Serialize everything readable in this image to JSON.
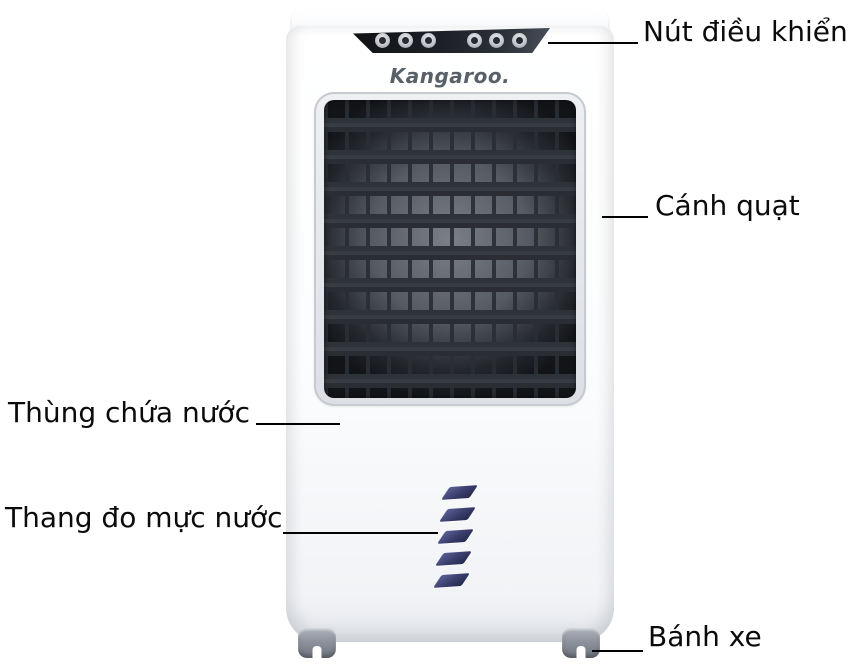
{
  "product": {
    "brand": "Kangaroo.",
    "control_panel": {
      "buttons": [
        {
          "icon": "power-icon"
        },
        {
          "icon": "swing-icon"
        },
        {
          "icon": "timer-icon"
        },
        {
          "icon": "cool-icon"
        },
        {
          "icon": "humidify-icon"
        },
        {
          "icon": "fan-speed-icon"
        }
      ]
    },
    "water_level_segments": 5,
    "colors": {
      "body": "#ffffff",
      "panel": "#1b1e24",
      "louver": "#2e3239",
      "gauge_segment": "#383d6b",
      "wheel": "#8d939d",
      "brand_text": "#596067",
      "label_text": "#0b0b0b",
      "callout_line": "#000000"
    }
  },
  "callouts": [
    {
      "id": "control-panel",
      "label": "Nút điều khiển"
    },
    {
      "id": "fan-blade",
      "label": "Cánh quạt"
    },
    {
      "id": "water-tank",
      "label": "Thùng chứa nước"
    },
    {
      "id": "water-level-gauge",
      "label": "Thang đo mực nước"
    },
    {
      "id": "wheel",
      "label": "Bánh xe"
    }
  ]
}
